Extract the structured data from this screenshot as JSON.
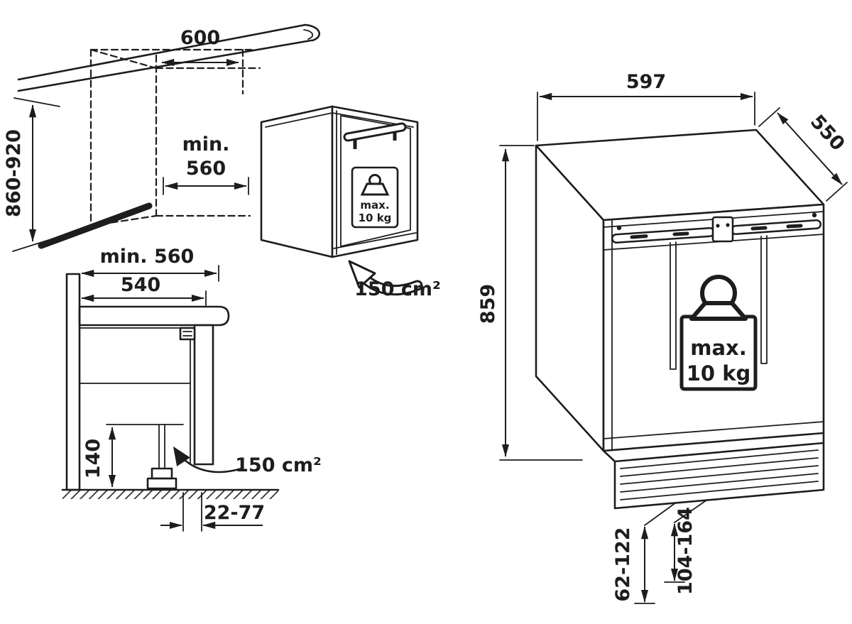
{
  "colors": {
    "ink": "#1d1d1b",
    "paper": "#ffffff"
  },
  "icons": {
    "max_load": "weight-icon",
    "airflow_front": "hollow-curved-arrow-icon",
    "airflow_section": "solid-curved-arrow-icon"
  },
  "fig_niche": {
    "dim_width_outer": "600",
    "dim_width_min_l1": "min.",
    "dim_width_min_l2": "560",
    "dim_height_range": "860-920",
    "weight_l1": "max.",
    "weight_l2": "10 kg",
    "vent_area": "150 cm²"
  },
  "fig_section": {
    "dim_depth_min": "min. 560",
    "dim_counter_depth": "540",
    "dim_bottom_clearance": "140",
    "dim_foot_adjust": "22-77",
    "vent_area": "150 cm²"
  },
  "fig_unit": {
    "dim_width": "597",
    "dim_depth": "550",
    "dim_height": "859",
    "weight_l1": "max.",
    "weight_l2": "10 kg",
    "dim_plinth_low": "62-122",
    "dim_plinth_high": "104-164"
  }
}
